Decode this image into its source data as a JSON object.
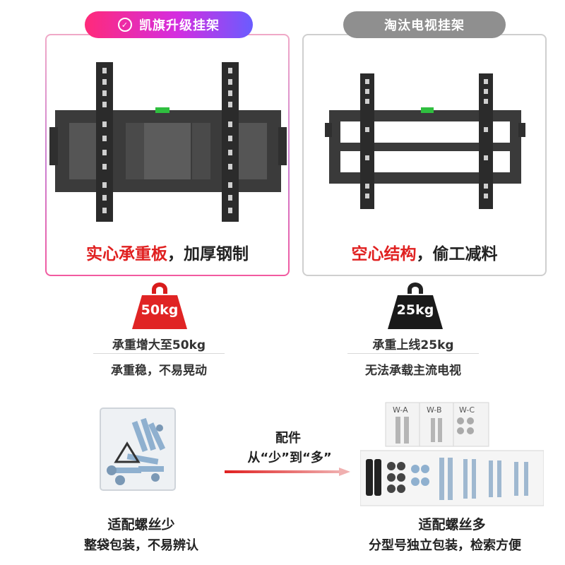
{
  "upgrade": {
    "badge_label": "凯旗升级挂架",
    "caption_red": "实心承重板",
    "caption_rest": "，加厚钢制",
    "weight_label": "50kg",
    "weight_line1": "承重增大至50kg",
    "weight_line2": "承重稳，不易晃动",
    "accessory_title": "适配螺丝多",
    "accessory_sub": "分型号独立包装，检索方便",
    "kit_labels": [
      "W-A",
      "W-B",
      "W-C"
    ]
  },
  "obsolete": {
    "badge_label": "淘汰电视挂架",
    "caption_red": "空心结构",
    "caption_rest": "，偷工减料",
    "weight_label": "25kg",
    "weight_line1": "承重上线25kg",
    "weight_line2": "无法承载主流电视",
    "accessory_title": "适配螺丝少",
    "accessory_sub": "整袋包装，不易辨认"
  },
  "arrow": {
    "line1": "配件",
    "line2": "从“少”到“多”"
  },
  "colors": {
    "accent_red": "#e02020",
    "badge_gradient_start": "#ff2a7a",
    "badge_gradient_end": "#6a5cff",
    "obsolete_gray": "#8f8f8f"
  }
}
